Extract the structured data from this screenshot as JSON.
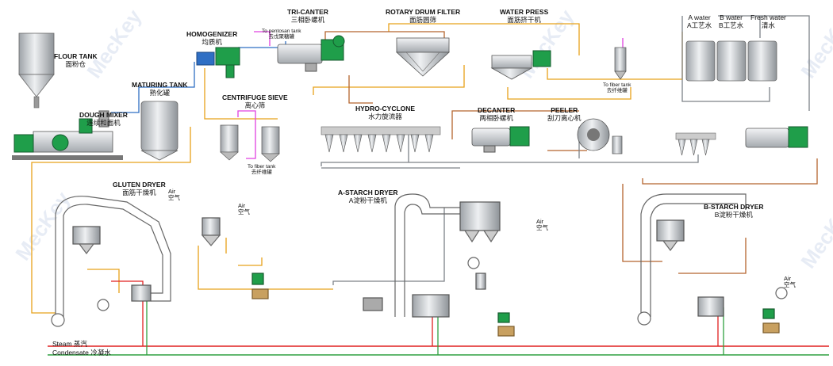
{
  "labels": {
    "flour_tank": {
      "en": "FLOUR TANK",
      "zh": "面粉仓"
    },
    "dough_mixer": {
      "en": "DOUGH MIXER",
      "zh": "连续和面机"
    },
    "maturing_tank": {
      "en": "MATURING TANK",
      "zh": "熟化罐"
    },
    "homogenizer": {
      "en": "HOMOGENIZER",
      "zh": "均质机"
    },
    "tri_canter": {
      "en": "TRI-CANTER",
      "zh": "三相卧螺机"
    },
    "rotary_drum_filter": {
      "en": "ROTARY DRUM FILTER",
      "zh": "面筋圆筛"
    },
    "water_press": {
      "en": "WATER PRESS",
      "zh": "面筋挤干机"
    },
    "a_water": {
      "en": "A water",
      "zh": "A工艺水"
    },
    "b_water": {
      "en": "B water",
      "zh": "B工艺水"
    },
    "fresh_water": {
      "en": "Fresh water",
      "zh": "清水"
    },
    "centrifuge_sieve": {
      "en": "CENTRIFUGE SIEVE",
      "zh": "离心筛"
    },
    "hydro_cyclone": {
      "en": "HYDRO-CYCLONE",
      "zh": "水力旋流器"
    },
    "decanter": {
      "en": "DECANTER",
      "zh": "两相卧螺机"
    },
    "peeler": {
      "en": "PEELER",
      "zh": "刮刀离心机"
    },
    "gluten_dryer": {
      "en": "GLUTEN DRYER",
      "zh": "面筋干燥机"
    },
    "a_starch_dryer": {
      "en": "A-STARCH DRYER",
      "zh": "A淀粉干燥机"
    },
    "b_starch_dryer": {
      "en": "B-STARCH DRYER",
      "zh": "B淀粉干燥机"
    }
  },
  "small_labels": {
    "to_pentosan_tank": {
      "en": "To pentosan tank",
      "zh": "去戊聚糖罐"
    },
    "to_fiber_tank_1": {
      "en": "To fiber tank",
      "zh": "去纤维罐"
    },
    "to_fiber_tank_2": {
      "en": "To fiber tank",
      "zh": "去纤维罐"
    }
  },
  "air": {
    "en": "Air",
    "zh": "空气"
  },
  "legend": {
    "steam": "Steam 蒸汽",
    "condensate": "Condensate 冷凝水"
  },
  "watermark": "MecKey",
  "colors": {
    "equipment_green": "#1f9e4a",
    "equipment_gray": "#c9ccd0",
    "pipe_orange": "#e8a21a",
    "pipe_brown": "#b5652e",
    "pipe_blue": "#2f6fc4",
    "pipe_magenta": "#e040e0",
    "pipe_gray": "#7d8288",
    "steam_red": "#e02020",
    "condensate_green": "#2fa040"
  }
}
